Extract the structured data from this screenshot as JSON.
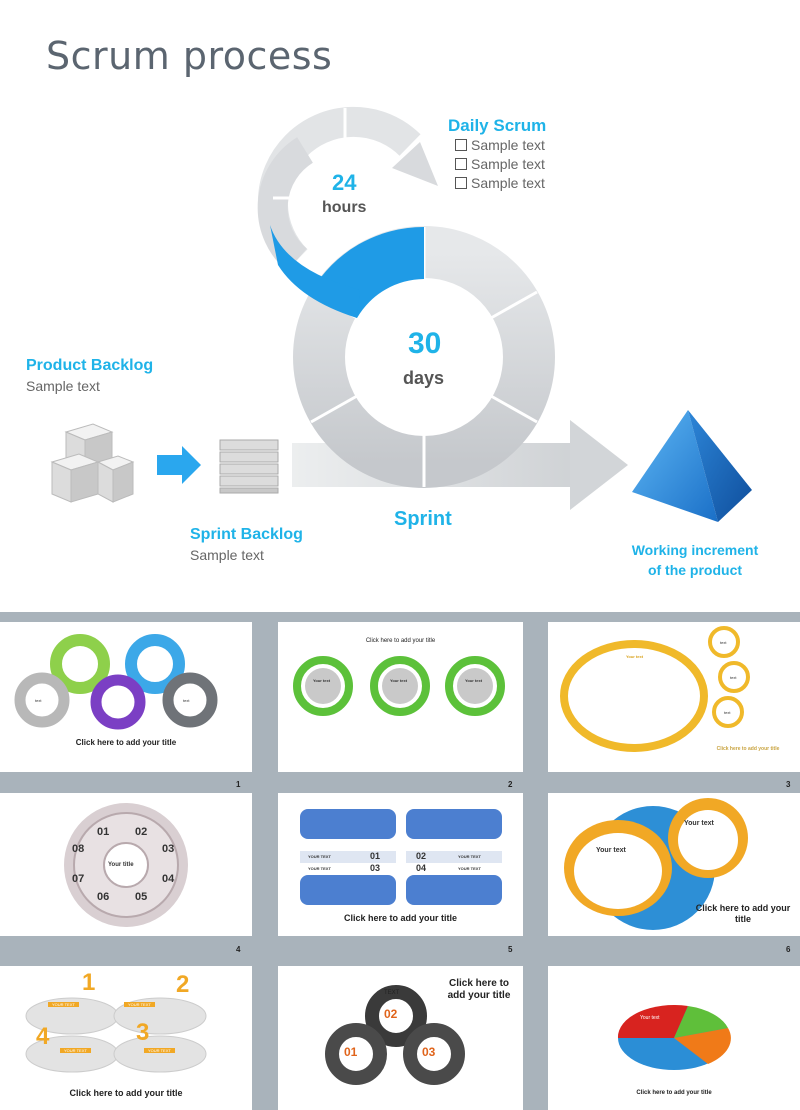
{
  "title": "Scrum process",
  "daily_scrum": {
    "title": "Daily Scrum",
    "items": [
      "Sample text",
      "Sample text",
      "Sample text"
    ]
  },
  "hours": {
    "value": "24",
    "unit": "hours"
  },
  "days": {
    "value": "30",
    "unit": "days"
  },
  "product_backlog": {
    "title": "Product Backlog",
    "text": "Sample text"
  },
  "sprint_backlog": {
    "title": "Sprint Backlog",
    "text": "Sample text"
  },
  "sprint": "Sprint",
  "working_increment": {
    "line1": "Working increment",
    "line2": "of the product"
  },
  "colors": {
    "accent": "#1fb3e8",
    "pyramid": "#1e7fd6",
    "ring": "#d3d5d8",
    "thumb_bg": "#a9b3bb"
  },
  "thumbnails": [
    {
      "num": "",
      "caption": "Click here to add your title",
      "labels": [
        "text",
        "text",
        "text",
        "text",
        "text"
      ]
    },
    {
      "num": "",
      "caption": "Click here to add your title",
      "labels": [
        "Your text",
        "Your text",
        "Your text"
      ]
    },
    {
      "num": "",
      "caption": "Click here to add your title",
      "labels": [
        "Your text",
        "text",
        "text",
        "text"
      ]
    },
    {
      "num": "1",
      "caption": "",
      "labels": [
        "01",
        "02",
        "03",
        "04",
        "05",
        "06",
        "07",
        "08",
        "Your title"
      ]
    },
    {
      "num": "2",
      "caption": "Click here to add your title",
      "labels": [
        "YOUR TEXT",
        "01",
        "02",
        "YOUR TEXT",
        "YOUR TEXT",
        "03",
        "04",
        "YOUR TEXT"
      ]
    },
    {
      "num": "3",
      "caption": "Click here to add your title",
      "labels": [
        "Your text",
        "Your text"
      ]
    },
    {
      "num": "4",
      "caption": "Click here to add your title",
      "labels": [
        "1",
        "2",
        "3",
        "4",
        "YOUR TEXT",
        "YOUR TEXT",
        "YOUR TEXT",
        "YOUR TEXT"
      ]
    },
    {
      "num": "5",
      "caption": "Click here to add your title",
      "labels": [
        "TEXT",
        "01",
        "02",
        "03"
      ]
    },
    {
      "num": "6",
      "caption": "Click here to add your title",
      "labels": [
        "Your text"
      ]
    }
  ]
}
